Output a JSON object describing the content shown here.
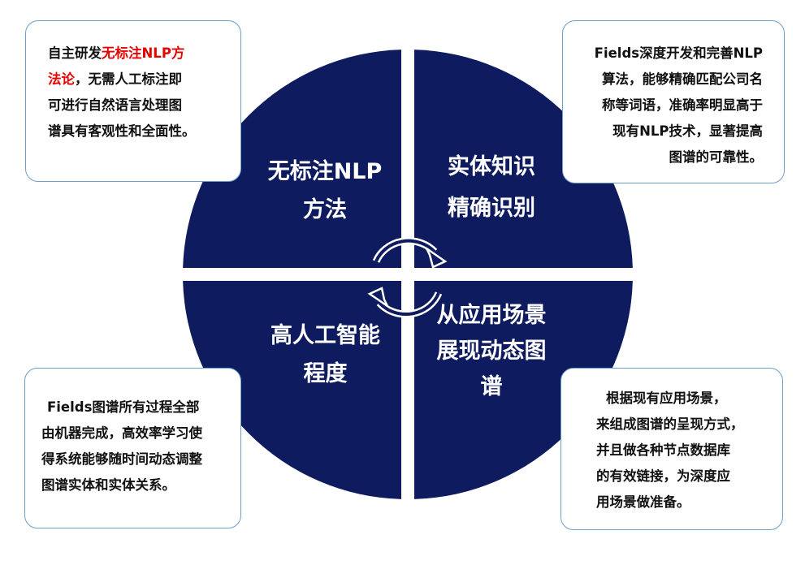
{
  "colors": {
    "quadrant_fill": "#0e1b5e",
    "box_border": "#6d9ec9",
    "highlight": "#e60000",
    "text": "#111111"
  },
  "quadrants": {
    "top_left": {
      "lines": [
        "无标注NLP",
        "方法"
      ]
    },
    "top_right": {
      "lines": [
        "实体知识",
        "精确识别"
      ]
    },
    "bottom_left": {
      "lines": [
        "高人工智能",
        "程度"
      ]
    },
    "bottom_right": {
      "lines": [
        "从应用场景",
        "展现动态图",
        "谱"
      ]
    }
  },
  "boxes": {
    "top_left": {
      "line1_plain": "自主研发",
      "line1_highlight": "无标注NLP方",
      "line2_highlight": "法论",
      "line2_plain": "，无需人工标注即",
      "line3": "可进行自然语言处理图",
      "line4": "谱具有客观性和全面性。"
    },
    "top_right": {
      "lines": [
        "Fields深度开发和完善NLP",
        "算法，能够精确匹配公司名",
        "称等词语，准确率明显高于",
        "现有NLP技术，显著提高",
        "图谱的可靠性。"
      ]
    },
    "bottom_left": {
      "lines": [
        "Fields图谱所有过程全部",
        "由机器完成，高效率学习使",
        "得系统能够随时间动态调整",
        "图谱实体和实体关系。"
      ]
    },
    "bottom_right": {
      "lines": [
        "根据现有应用场景，",
        "来组成图谱的呈现方式，",
        "并且做各种节点数据库",
        "的有效链接，为深度应",
        "用场景做准备。"
      ]
    }
  },
  "icons": {
    "cycle": "circular-arrows-icon"
  }
}
